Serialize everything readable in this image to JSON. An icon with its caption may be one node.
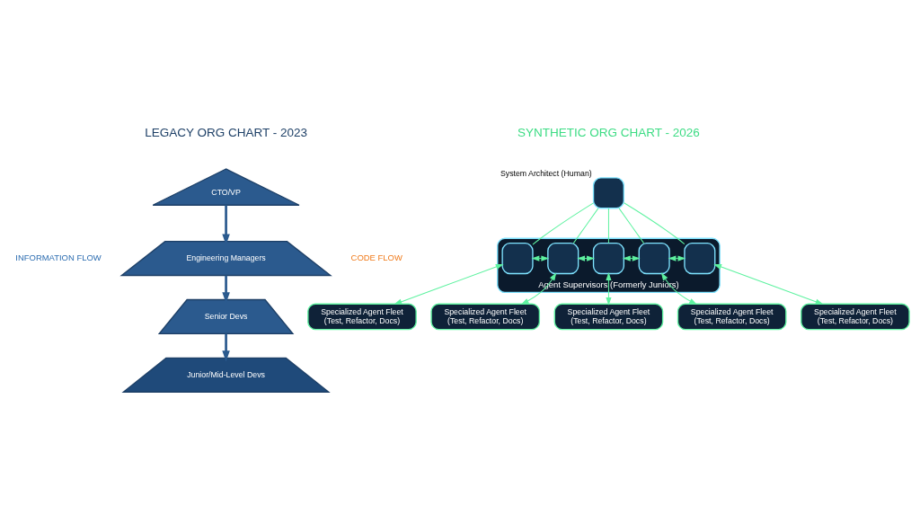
{
  "diagram": {
    "nodes": [
      {
        "text": [
          "CTO/VP"
        ]
      },
      {
        "text": [
          "Engineering Managers"
        ]
      },
      {
        "text": [
          "Senior Devs"
        ]
      },
      {
        "text": [
          "Junior/Mid-Level Devs"
        ]
      },
      {
        "text": [],
        "shape": "box",
        "beside": [
          "System Architect (Human)"
        ]
      },
      {
        "text": [
          "Agent Supervisors (Formerly Juniors)"
        ]
      },
      {
        "text": [],
        "shape": "box",
        "in": 5
      },
      {
        "text": [],
        "shape": "box",
        "in": 5
      },
      {
        "text": [],
        "shape": "box",
        "in": 5
      },
      {
        "text": [],
        "shape": "box",
        "in": 5
      },
      {
        "text": [],
        "shape": "box",
        "in": 5
      },
      {
        "text": [
          "Specialized Agent Fleet",
          "(Test, Refactor, Docs)"
        ]
      },
      {
        "text": [
          "Specialized Agent Fleet",
          "(Test, Refactor, Docs)"
        ]
      },
      {
        "text": [
          "Specialized Agent Fleet",
          "(Test, Refactor, Docs)"
        ]
      },
      {
        "text": [
          "Specialized Agent Fleet",
          "(Test, Refactor, Docs)"
        ]
      },
      {
        "text": [
          "Specialized Agent Fleet",
          "(Test, Refactor, Docs)"
        ]
      }
    ],
    "edges": [
      {
        "from": 0,
        "to": 1,
        "arrow": "to",
        "style": "thick",
        "color": "#2b5a8e"
      },
      {
        "from": 1,
        "to": 2,
        "arrow": "to",
        "style": "thick",
        "color": "#2b5a8e"
      },
      {
        "from": 2,
        "to": 3,
        "arrow": "to",
        "style": "thick",
        "color": "#2b5a8e"
      },
      {
        "from": 4,
        "to": 6,
        "arrow": "none"
      },
      {
        "from": 4,
        "to": 7,
        "arrow": "none"
      },
      {
        "from": 4,
        "to": 8,
        "arrow": "none"
      },
      {
        "from": 4,
        "to": 9,
        "arrow": "none"
      },
      {
        "from": 4,
        "to": 10,
        "arrow": "none"
      },
      {
        "from": 6,
        "to": 7,
        "arrow": "both"
      },
      {
        "from": 7,
        "to": 8,
        "arrow": "both"
      },
      {
        "from": 8,
        "to": 9,
        "arrow": "both"
      },
      {
        "from": 9,
        "to": 10,
        "arrow": "both"
      },
      {
        "from": 6,
        "to": 11,
        "arrow": "both"
      },
      {
        "from": 7,
        "to": 12,
        "arrow": "both"
      },
      {
        "from": 8,
        "to": 13,
        "arrow": "both"
      },
      {
        "from": 9,
        "to": 14,
        "arrow": "both"
      },
      {
        "from": 10,
        "to": 15,
        "arrow": "both"
      }
    ],
    "labels": [
      "LEGACY ORG CHART - 2023",
      "SYNTHETIC ORG CHART - 2026",
      "INFORMATION FLOW",
      "CODE FLOW"
    ]
  }
}
